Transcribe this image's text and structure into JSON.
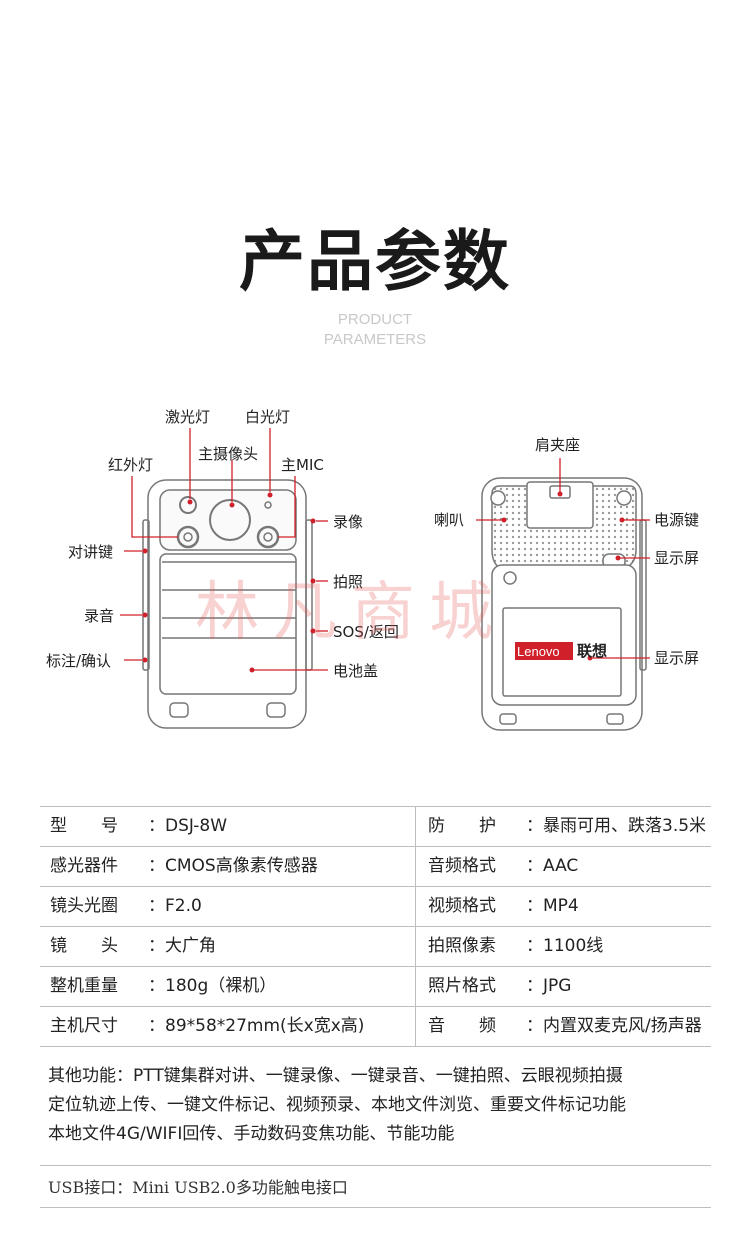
{
  "header": {
    "title": "产品参数",
    "subtitle_line1": "PRODUCT",
    "subtitle_line2": "PARAMETERS"
  },
  "front_labels": {
    "laser_light": "激光灯",
    "white_light": "白光灯",
    "main_camera": "主摄像头",
    "infrared_light": "红外灯",
    "main_mic": "主MIC",
    "record_video": "录像",
    "talk_key": "对讲键",
    "photo": "拍照",
    "record_audio": "录音",
    "sos_back": "SOS/返回",
    "mark_confirm": "标注/确认",
    "battery_cover": "电池盖"
  },
  "back_labels": {
    "shoulder_clip": "肩夹座",
    "speaker": "喇叭",
    "power_key": "电源键",
    "display_top": "显示屏",
    "display_bottom": "显示屏",
    "brand_en": "Lenovo",
    "brand_cn": "联想"
  },
  "watermark": "林凡商城",
  "specs": [
    {
      "lk": "型　　号",
      "lv": "DSJ-8W",
      "rk": "防　　护",
      "rv": "暴雨可用、跌落3.5米"
    },
    {
      "lk": "感光器件",
      "lv": "CMOS高像素传感器",
      "rk": "音频格式",
      "rv": "AAC"
    },
    {
      "lk": "镜头光圈",
      "lv": "F2.0",
      "rk": "视频格式",
      "rv": "MP4"
    },
    {
      "lk": "镜　　头",
      "lv": "大广角",
      "rk": "拍照像素",
      "rv": "1100线"
    },
    {
      "lk": "整机重量",
      "lv": "180g（裸机）",
      "rk": "照片格式",
      "rv": "JPG"
    },
    {
      "lk": "主机尺寸",
      "lv": "89*58*27mm(长x宽x高)",
      "rk": "音　　频",
      "rv": "内置双麦克风/扬声器"
    }
  ],
  "other_functions": {
    "line1": "其他功能：PTT键集群对讲、一键录像、一键录音、一键拍照、云眼视频拍摄",
    "line2": "定位轨迹上传、一键文件标记、视频预录、本地文件浏览、重要文件标记功能",
    "line3": "本地文件4G/WIFI回传、手动数码变焦功能、节能功能"
  },
  "usb": "USB接口：Mini USB2.0多功能触电接口",
  "colors": {
    "accent": "#d0202a",
    "line": "#bdbdbd",
    "subtitle": "#c8c8c8"
  }
}
